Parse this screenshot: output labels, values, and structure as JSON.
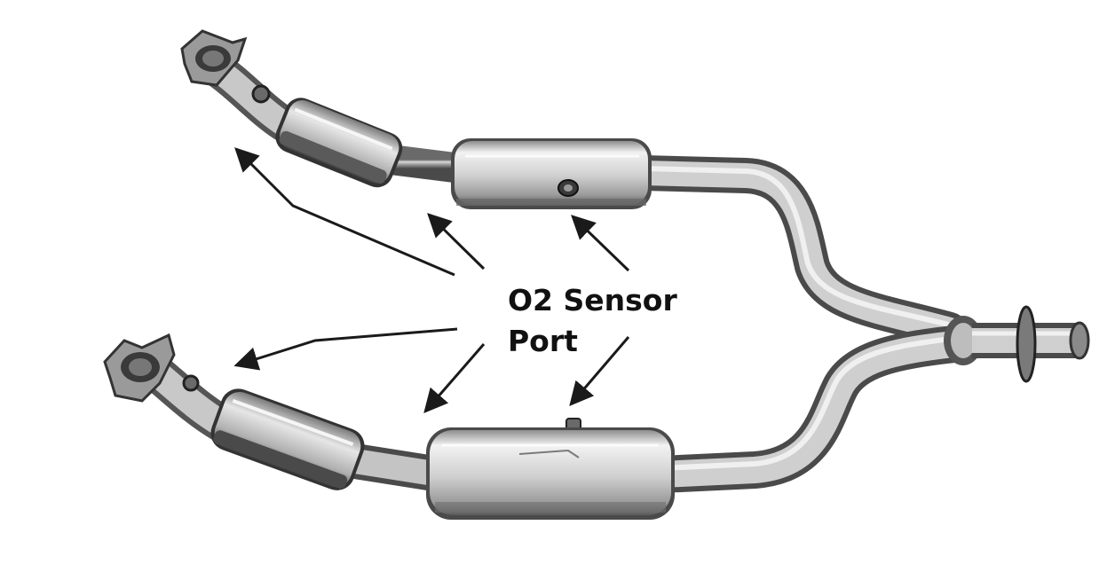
{
  "callout": {
    "line1": "O2 Sensor",
    "line2": "Port",
    "text_color": "#111111",
    "arrow_color": "#1a1a1a"
  },
  "photo": {
    "subject": "exhaust-y-pipe-with-catalytic-converters",
    "metal_light": "#e4e4e4",
    "metal_mid": "#a9a9a9",
    "metal_dark": "#4a4a4a"
  }
}
